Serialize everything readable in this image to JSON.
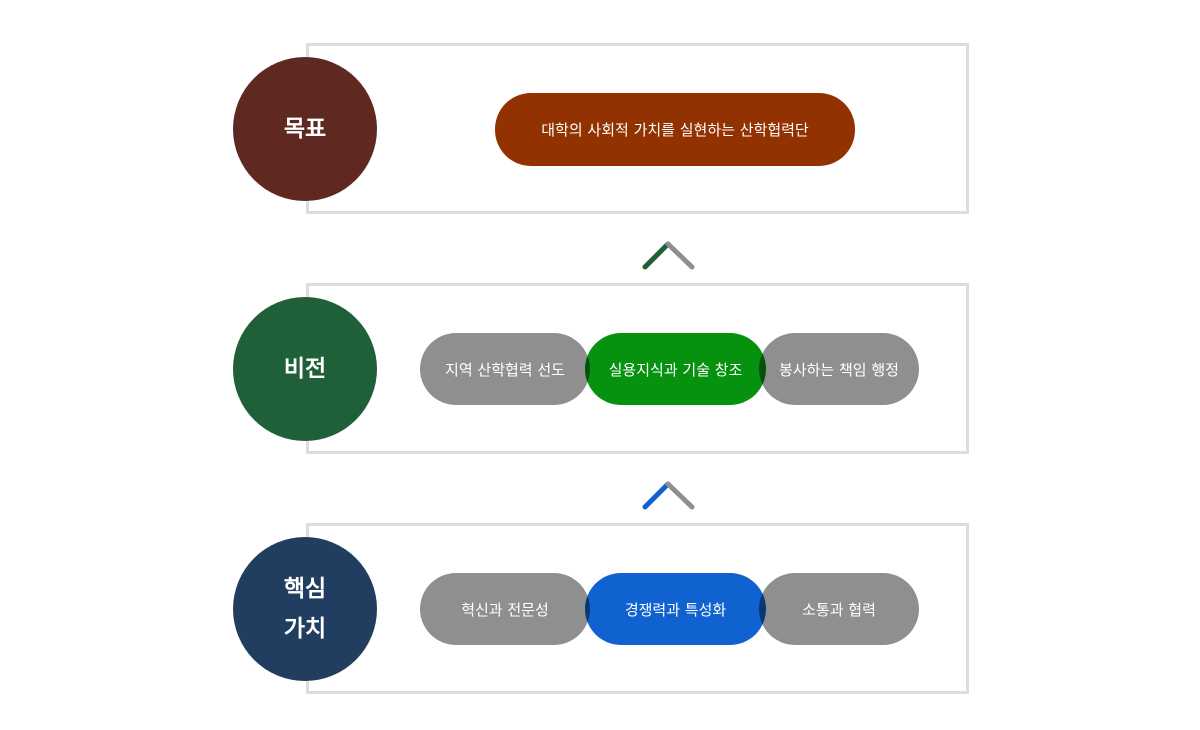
{
  "goal": {
    "title": "목표",
    "color": "#5f2820",
    "statement": "대학의 사회적 가치를 실현하는 산학협력단",
    "statement_color": "#923200"
  },
  "vision": {
    "title": "비전",
    "color": "#206039",
    "arrow_color": "#1d5e34",
    "items": [
      "지역 산학협력 선도",
      "실용지식과 기술 창조",
      "봉사하는 책임 행정"
    ],
    "highlight_color": "#06920f"
  },
  "values": {
    "title_line1": "핵심",
    "title_line2": "가치",
    "color": "#213d60",
    "arrow_color": "#0f62d0",
    "items": [
      "혁신과 전문성",
      "경쟁력과 특성화",
      "소통과 협력"
    ],
    "highlight_color": "#0f62d0"
  },
  "pill_gray": "#8e8f8e"
}
